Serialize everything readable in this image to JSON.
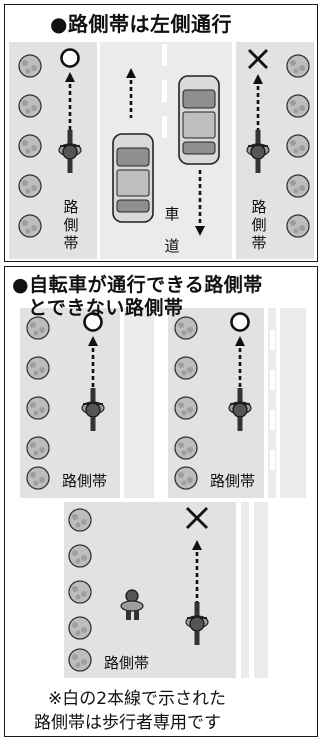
{
  "panel1": {
    "title": "●路側帯は左側通行",
    "left_mark": "○",
    "right_mark": "×",
    "label_left": "路側帯",
    "label_center": "車道",
    "label_right": "路側帯"
  },
  "panel2": {
    "title_line1": "●自転車が通行できる路側帯",
    "title_line2": "とできない路側帯",
    "example1": {
      "mark": "○",
      "label": "路側帯"
    },
    "example2": {
      "mark": "○",
      "label": "路側帯"
    },
    "example3": {
      "mark": "×",
      "label": "路側帯"
    },
    "note_line1": "※白の2本線で示された",
    "note_line2": "路側帯は歩行者専用です"
  }
}
